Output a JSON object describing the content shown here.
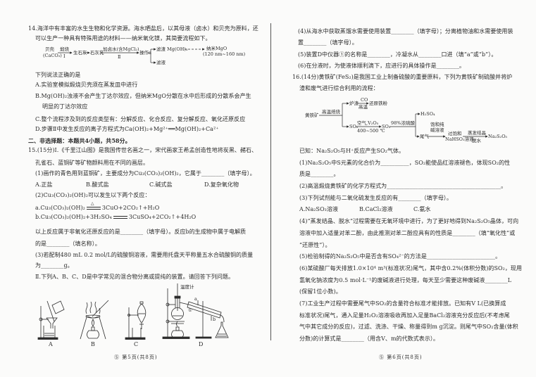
{
  "left_page": {
    "q14": {
      "stem": [
        "14.海洋中有丰富的水生生物和化学资源。海水晒盐后，以其母液（卤水）和贝壳为原料，还",
        "可以生产一种具有特殊用途的材料——纳米氧化镁，其简要流程如下。"
      ],
      "flow": {
        "shell": "贝壳",
        "shell_formula": "(CaCO₃)",
        "step1_label": "煅烧",
        "step1_num": "Ⅰ",
        "quicklime": "生石灰",
        "lime_milk": "石灰乳",
        "step2_label": "加卤水(含MgCl₂)",
        "step2_num": "Ⅱ",
        "operation": "操作a",
        "residue": "滤渣 Mg(OH)₂",
        "product": "纳米MgO",
        "product_size": "(120 nm~160 nm)",
        "filtrate": "滤液"
      },
      "prompt": "下列说法正确的是",
      "options": [
        "A.实验室模拟煅烧贝壳须在蒸发皿中进行",
        "B.Mg(OH)₂浊液不会产生丁达尔效应，但纳米MgO分散在水中后形成的分散系会产生",
        "C.整个流程涉及到的反应类型有：分解反应、化合反应、复分解反应、氧化还原反应",
        "D.步骤Ⅱ中发生反应的离子方程式为Ca(OH)₂+Mg²⁺══Mg(OH)₂+Ca²⁺"
      ],
      "option_b_cont": "明显的丁达尔效应"
    },
    "section2_heading": "二、非选择题：本题共4小题，共58分。",
    "q15": {
      "stem": [
        "15.(15分)Ⅰ.《千里江山图》是我国传世名画之一，宋代画家王希孟创造性地将炭黑、赭石、",
        "孔雀石、蓝铜矿等矿物颜料用在不同的画层。"
      ],
      "q1": "(1)画作的青色用到蓝铜矿，主要成分为Cu₃(CO₃)₂(OH)₂，它属于________（填字母）。",
      "q1_options": [
        "A.正盐",
        "B.酸式盐",
        "C.碱式盐",
        "D.复杂氧化物"
      ],
      "q2": "(2)Cu₃(CO₃)₂(OH)₂可以发生以下两个反应：",
      "reaction_a": {
        "left": "a.Cu₃(CO₃)₂(OH)₂",
        "condition": "△",
        "right": "3CuO+2CO₂↑+H₂O"
      },
      "reaction_b": {
        "left": "b.Cu₃(CO₃)₂(OH)₂+3H₂SO₄",
        "right": "3CuSO₄+2CO₂↑+4H₂O"
      },
      "q2_text": [
        "以上反应属于非氧化还原反应的是________（填字母）。反应b的生成物中属于电解质",
        "的是________（填名称）。"
      ],
      "q3": [
        "(3)若配制480 mL 0.2 mol/L的硫酸铜溶液，需要用托盘天平称量五水合硫酸铜的质量",
        "为________g。"
      ],
      "part2": "Ⅱ.下列A、B、C、D是中学常见的混合物分离或提纯的装置。请回答下列问题。",
      "apparatus": {
        "labels": [
          "A",
          "B",
          "C",
          "D"
        ],
        "thermometer_label": "温度计",
        "condenser_marker": "①",
        "port_a": "a",
        "port_b": "b"
      }
    },
    "footer": {
      "logo": "Ⓢ",
      "text": "第5页(共8页)"
    }
  },
  "right_page": {
    "q15_cont": {
      "q4": [
        "(4)从海水中获取蒸馏水需要使用装置________（填字母）；分离植物油和水需要使用装",
        "置________（填字母）。"
      ],
      "q5": "(5)装置D中仪器①的名称是________，冷凝水从________口进（填“a”或“b”）。",
      "q6": "(6)在分液时，为使液体顺利滴下，应进行的具体操作是________。"
    },
    "q16": {
      "stem": [
        "16.(14分)黄铁矿(FeS₂)是我国工业上制备硫酸的重要原料，下列为黄铁矿制硫酸并将炉",
        "渣和废气进行综合利用的流程："
      ],
      "flow": {
        "pyrite": "黄铁矿",
        "roast_label": "高温焙烧",
        "slag": "炉渣",
        "co": "CO",
        "high_temp": "高温",
        "iron_powder": "还原铁粉",
        "so2": "SO₂",
        "air_catalyst": "空气,V₂O₅",
        "temp_range": "400~500 ℃",
        "so3": "SO₃",
        "absorb_label": "98%浓硫酸",
        "h2so4": "H₂SO₄",
        "tail_gas": "尾气",
        "soda_line1": "饱和纯",
        "soda_line2": "碱溶液",
        "supersat_line1": "过饱和",
        "supersat_line2": "NaHSO₃溶液",
        "evap_label": "蒸发结晶",
        "dehydrate_label": "脱水",
        "product": "Na₂S₂O₅"
      },
      "given": "已知：Na₂S₂O₅与H⁺反应产生SO₂气体。",
      "q1": [
        "(1)Na₂S₂O₅中S元素的化合价为__________，SO₂能使品红溶液褪色，体现SO₂的性",
        "质是________。"
      ],
      "q2": "(2)高温煅烧黄铁矿的化学方程式为________________________________________。",
      "q3": "(3)下列试剂能与二氧化硫发生反应的有________（填字母）。",
      "q3_options": [
        "A.Na₂SO₃溶液",
        "B.CaCl₂溶液",
        "C.氨水"
      ],
      "q4": [
        "(4)“蒸发结晶、脱水”过程需要在无氧环境中进行，为了更好地得到Na₂S₂O₅晶体，可向",
        "溶液中加入适量对苯二酚，由此推测对苯二酚应具有的性质是________（填“氧化性”或",
        "“还原性”）。"
      ],
      "q5": "(5)检验制得的Na₂S₂O₅中是否含有SO₄²⁻的方法是________________________。",
      "q6": [
        "(6)某硫酸厂每天排放1.0×10⁴ m³(标准状况)尾气，其中含0.2%(体积分数)的SO₂，现用",
        "氢氧化钠浓度为0.5 mol·L⁻¹的废碱液进行处理，每天至少需要这种废碱液________L",
        "(保留1位小数)。"
      ],
      "q7": [
        "(7)工业生产过程中需要尾气中SO₂的含量符合标准才能排放。已知有V L(已换算成",
        "标准状况)尾气，通入足量H₂O₂溶液吸收再加入足量BaCl₂溶液充分反应后(不考虑尾",
        "气中其它成分的反应)，过滤、洗涤、干燥、称量得到m g沉淀。则尾气中SO₂含量(体积",
        "分数)的计算式是________（用含V、m的代数式表示）。"
      ]
    },
    "footer": {
      "logo": "Ⓢ",
      "text": "第6页(共8页)"
    }
  }
}
